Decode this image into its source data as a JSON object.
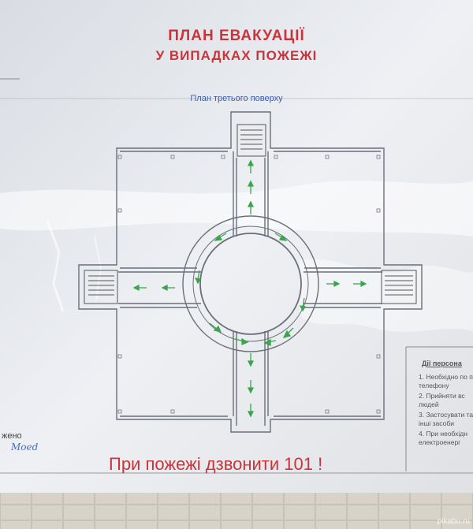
{
  "poster": {
    "title_line1": "ПЛАН ЕВАКУАЦІЇ",
    "title_line2": "У ВИПАДКАХ ПОЖЕЖІ",
    "subtitle": "План третього поверху",
    "phone_notice": "При пожежі дзвонити 101 !"
  },
  "actions_panel": {
    "heading": "Дії персона",
    "items": [
      "1. Необхідно по по телефону",
      "2. Прийняти вс людей",
      "3. Застосувати та інші засоби",
      "4. При необхідн електроенерг"
    ]
  },
  "approval": {
    "label": "жено",
    "signature": "Moed"
  },
  "watermark": "pikabu.ru",
  "colors": {
    "title_red": "#c9343b",
    "subtitle_blue": "#3a5fb0",
    "arrow_green": "#3aa64b",
    "paper": "#e9eaee"
  }
}
